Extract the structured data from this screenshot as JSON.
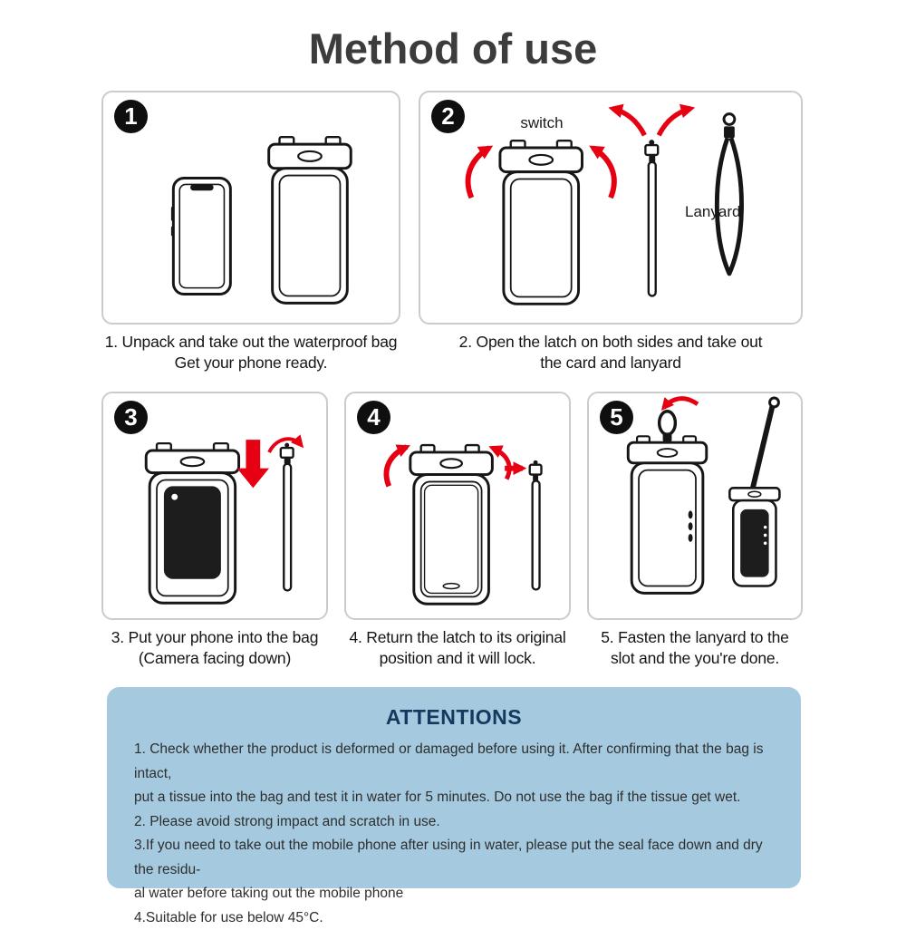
{
  "title": "Method of use",
  "colors": {
    "red": "#e60012",
    "attention_bg": "#a5cadf",
    "attention_title": "#14395f"
  },
  "steps": [
    {
      "number": "1",
      "caption": [
        "1. Unpack and take out the waterproof bag",
        "Get your phone ready."
      ]
    },
    {
      "number": "2",
      "caption": [
        "2. Open the latch on both sides and take out",
        "the card and lanyard"
      ],
      "switch_label": "switch",
      "lanyard_label": "Lanyard"
    },
    {
      "number": "3",
      "caption": [
        "3. Put your phone into the bag",
        "(Camera facing down)"
      ]
    },
    {
      "number": "4",
      "caption": [
        "4. Return the latch to its original",
        "position and it will lock."
      ]
    },
    {
      "number": "5",
      "caption": [
        "5. Fasten the lanyard to the",
        "slot and the you're done."
      ]
    }
  ],
  "attentions": {
    "title": "ATTENTIONS",
    "lines": [
      "1. Check whether the product is deformed or damaged before using it.  After confirming that the bag is intact,",
      "put a tissue into the bag and test it in water for 5 minutes. Do not use the bag if the tissue get wet.",
      "2. Please avoid strong impact and scratch in use.",
      "3.If you need to take out the mobile phone after using in water, please put the seal face down and dry the residu-",
      "al water before taking out the mobile phone",
      "4.Suitable for use below 45°C."
    ]
  }
}
